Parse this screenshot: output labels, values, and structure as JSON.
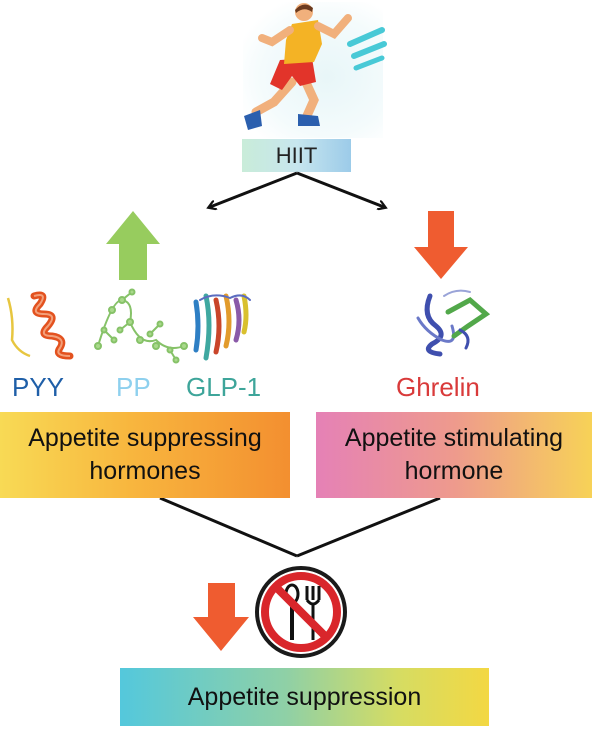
{
  "top": {
    "label": "HIIT"
  },
  "hormones": {
    "pyy": "PYY",
    "pp": "PP",
    "glp1": "GLP-1",
    "ghrelin": "Ghrelin"
  },
  "boxes": {
    "suppressing": [
      "Appetite suppressing",
      "hormones"
    ],
    "stimulating": [
      "Appetite stimulating",
      "hormone"
    ],
    "result": "Appetite suppression"
  },
  "colors": {
    "up_arrow": "#97cc5e",
    "down_arrow": "#ef5c30",
    "no_sign": "#d9262b",
    "pyy": "#1f5fa8",
    "pp": "#8ed0ee",
    "glp1": "#3ea59a",
    "ghrelin": "#d93a3a"
  },
  "icons": {
    "runner": "running-man-icon",
    "no_eating": "no-eating-icon",
    "pyy_structure": "pyy-protein-structure-icon",
    "pp_structure": "pp-protein-structure-icon",
    "glp1_structure": "glp1-protein-structure-icon",
    "ghrelin_structure": "ghrelin-protein-structure-icon"
  }
}
